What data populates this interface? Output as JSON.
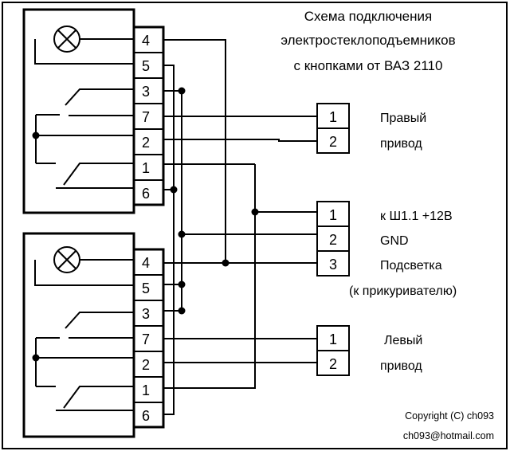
{
  "title": {
    "line1": "Схема подключения",
    "line2": "электростеклоподъемников",
    "line3": "с кнопками от ВАЗ 2110"
  },
  "button_top": {
    "pins": [
      "4",
      "5",
      "3",
      "7",
      "2",
      "1",
      "6"
    ]
  },
  "button_bottom": {
    "pins": [
      "4",
      "5",
      "3",
      "7",
      "2",
      "1",
      "6"
    ]
  },
  "right_drive": {
    "pins": [
      "1",
      "2"
    ],
    "label_line1": "Правый",
    "label_line2": "привод"
  },
  "power": {
    "pins": [
      "1",
      "2",
      "3"
    ],
    "label1": "к Ш1.1  +12В",
    "label2": "GND",
    "label3": "Подсветка",
    "label4": "(к прикуривателю)"
  },
  "left_drive": {
    "pins": [
      "1",
      "2"
    ],
    "label_line1": "Левый",
    "label_line2": "привод"
  },
  "copyright": {
    "line1": "Copyright (C) ch093",
    "line2": "ch093@hotmail.com"
  }
}
